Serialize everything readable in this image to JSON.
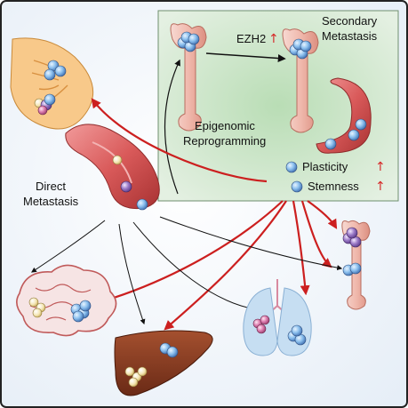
{
  "labels": {
    "ezh2": "EZH2",
    "secondary_line1": "Secondary",
    "secondary_line2": "Metastasis",
    "epigenomic_line1": "Epigenomic",
    "epigenomic_line2": "Reprogramming",
    "direct_line1": "Direct",
    "direct_line2": "Metastasis",
    "plasticity": "Plasticity",
    "stemness": "Stemness",
    "up_arrow": "↑"
  },
  "colors": {
    "border": "#222222",
    "background": "#f2f6fa",
    "inset_fill": "#cfe6cf",
    "red_arrow": "#cc1f1f",
    "black_arrow": "#111111",
    "bone": "#f2c2b8",
    "vessel": "#d95a5a",
    "breast": "#f8c98a",
    "liver": "#8a3a22",
    "lung": "#b8d6ee",
    "brain": "#f2dcdc",
    "cell_blue": "#7fb4e8",
    "cell_purple": "#9b6fc4",
    "cell_pink": "#d77aa8",
    "cell_cream": "#f6e7b0"
  },
  "icons": [
    "breast-tumor-icon",
    "blood-vessel-icon",
    "bone-icon",
    "brain-icon",
    "liver-icon",
    "lung-icon",
    "tumor-cell-icon"
  ]
}
